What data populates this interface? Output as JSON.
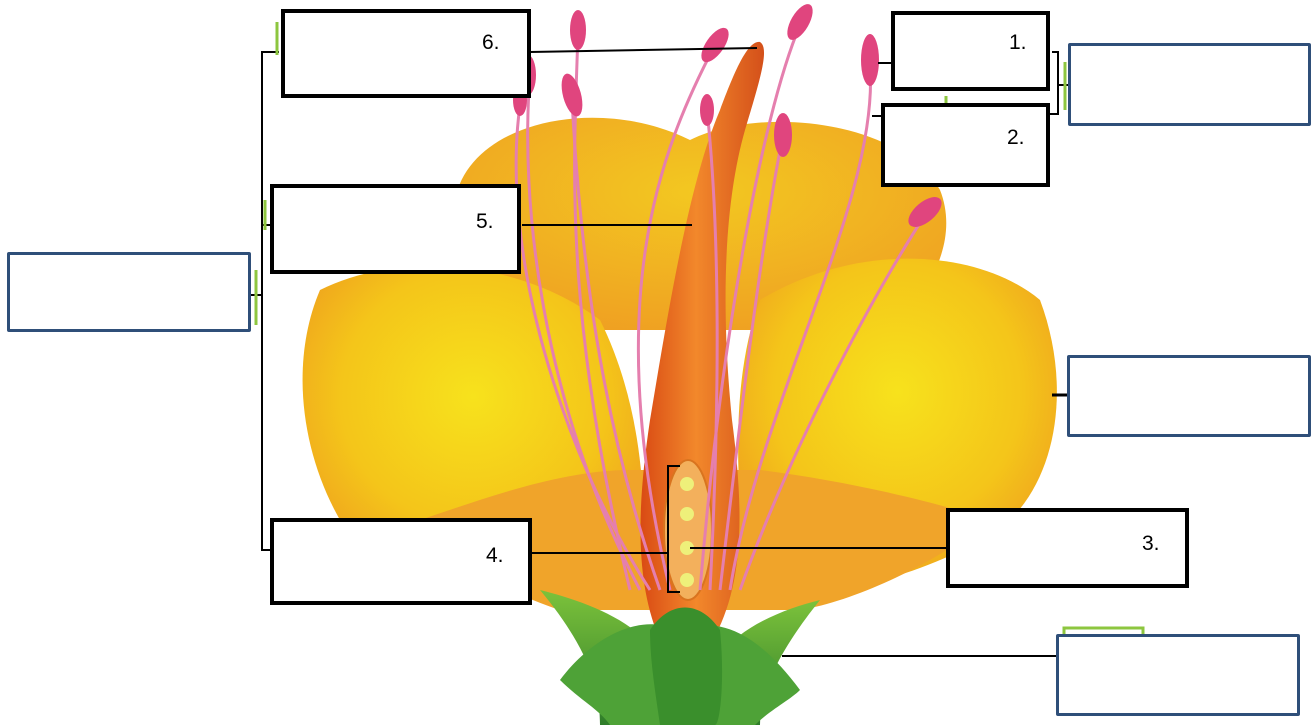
{
  "labels": {
    "l1": "1.",
    "l2": "2.",
    "l3": "3.",
    "l4": "4.",
    "l5": "5.",
    "l6": "6."
  },
  "blank_boxes": [
    "",
    "",
    "",
    ""
  ],
  "colors": {
    "label_border": "#000000",
    "answer_border": "#2f4f79",
    "bracket_accent": "#8dc63f",
    "petal_light": "#f5d21a",
    "petal_dark": "#f0a01e",
    "pistil": "#e8641a",
    "filament": "#e57fae",
    "anther": "#e0457e",
    "sepal": "#3f9a2e",
    "ovule": "#eef07a"
  },
  "icons": [
    "flower-illustration"
  ]
}
